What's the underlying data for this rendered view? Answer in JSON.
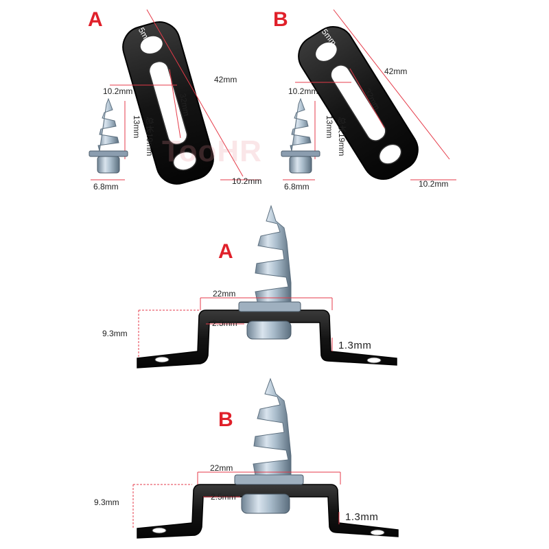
{
  "colors": {
    "variant_label": "#e0202a",
    "dimension_line": "#e53a48",
    "bracket": "#111111",
    "screw": "#9fb0bf"
  },
  "watermark": "TooHR",
  "variant_a": {
    "label": "A",
    "hole_diameter": "5mm",
    "overall_length": "42mm",
    "slot_length": "32mm",
    "top_width": "10.2mm",
    "bottom_width": "10.2mm",
    "screw_thread_length": "13mm",
    "screw_total_length": "总长19mm",
    "screw_head_diameter": "6.8mm"
  },
  "variant_b": {
    "label": "B",
    "hole_diameter": "5mm",
    "overall_length": "42mm",
    "slot_length": "32mm",
    "top_width": "10.2mm",
    "bottom_width": "10.2mm",
    "screw_thread_length": "13mm",
    "screw_total_length": "总长19mm",
    "screw_head_diameter": "6.8mm"
  },
  "side_a": {
    "label": "A",
    "bridge_width": "22mm",
    "height": "9.3mm",
    "gap": "2.5mm",
    "thickness": "1.3mm"
  },
  "side_b": {
    "label": "B",
    "bridge_width": "22mm",
    "height": "9.3mm",
    "gap": "2.5mm",
    "thickness": "1.3mm"
  }
}
